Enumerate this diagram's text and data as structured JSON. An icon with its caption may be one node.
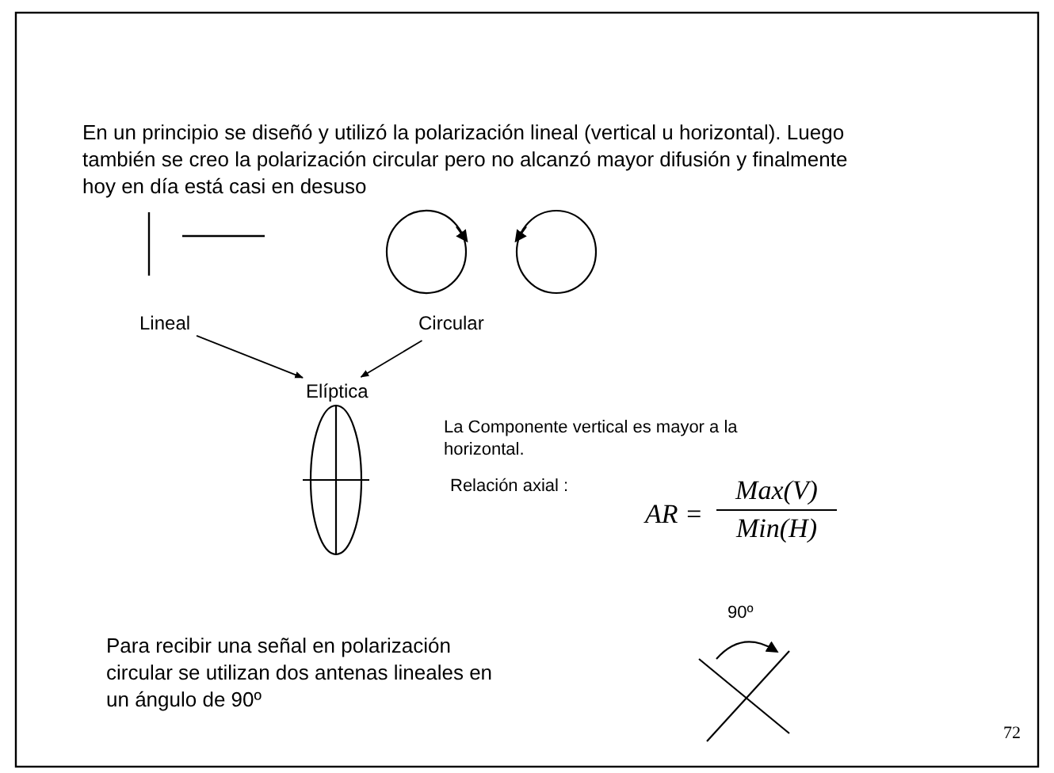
{
  "diagram": {
    "nodes": [
      {
        "text": [
          "Lineal"
        ]
      },
      {
        "text": [
          "Circular"
        ]
      },
      {
        "text": [
          "Elíptica"
        ]
      }
    ],
    "edges": [
      {
        "from": 0,
        "to": 2,
        "arrow": "to"
      },
      {
        "from": 1,
        "to": 2,
        "arrow": "to"
      }
    ],
    "labels": [
      "En un principio se diseñó y utilizó la polarización lineal (vertical u horizontal). Luego también se creo la polarización circular pero no alcanzó mayor difusión y finalmente  hoy en día está casi en desuso",
      "La Componente vertical es mayor a la horizontal.",
      "Relación axial :",
      "AR =",
      "Max(V)",
      "Min(H)",
      "Para recibir una señal en polarización circular se utilizan dos antenas lineales en un ángulo de 90º",
      "90º",
      "72"
    ]
  }
}
